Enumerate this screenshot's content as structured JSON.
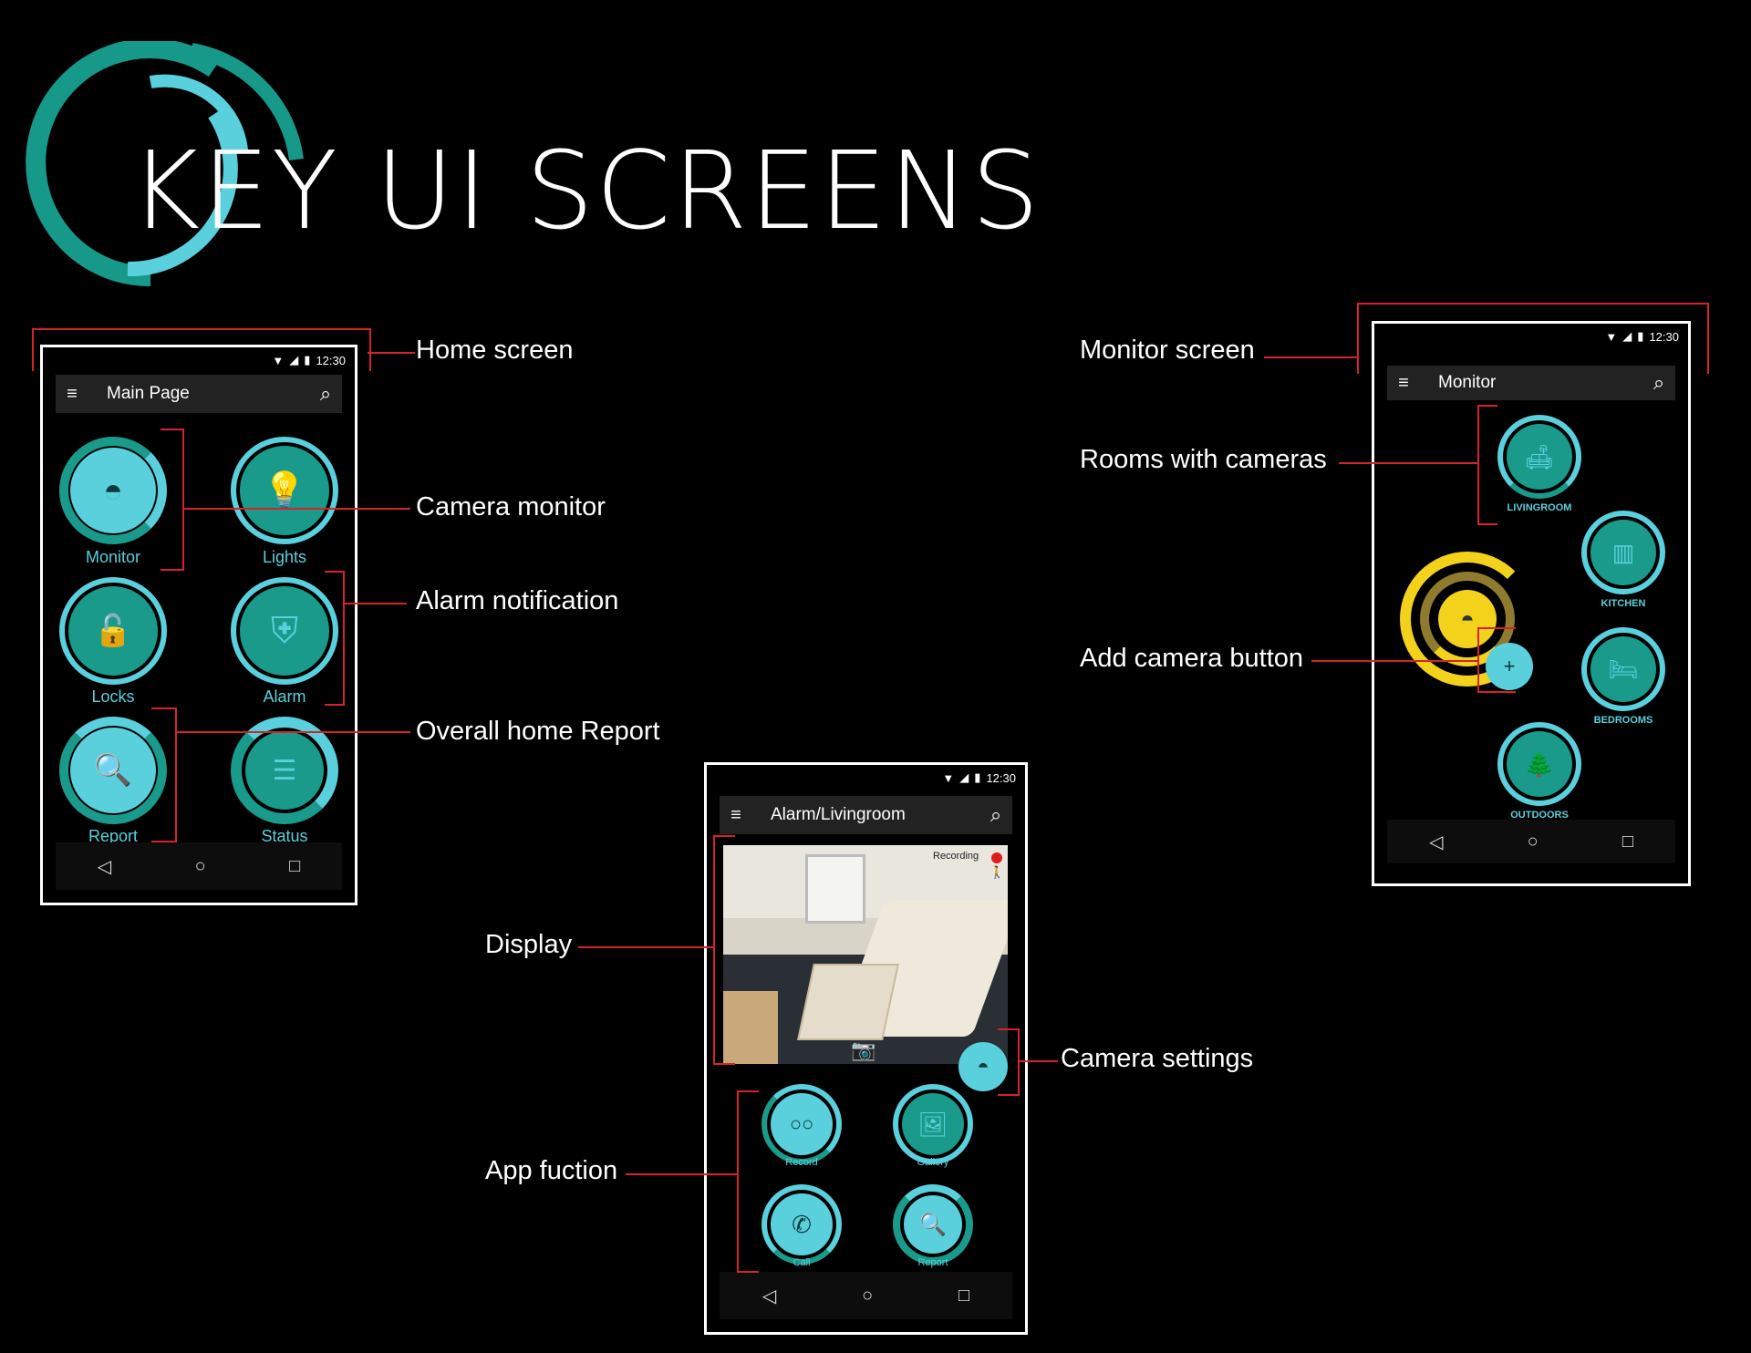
{
  "page": {
    "title": "KEY UI SCREENS"
  },
  "callouts": {
    "home_screen": "Home screen",
    "camera_monitor": "Camera monitor",
    "alarm_notification": "Alarm notification",
    "overall_report": "Overall home Report",
    "monitor_screen": "Monitor screen",
    "rooms_with_cameras": "Rooms with cameras",
    "add_camera_button": "Add camera button",
    "display": "Display",
    "camera_settings": "Camera settings",
    "app_function": "App fuction"
  },
  "status_bar": {
    "time": "12:30"
  },
  "home_phone": {
    "appbar_title": "Main Page",
    "tiles": [
      {
        "label": "Monitor",
        "icon": "camera-icon"
      },
      {
        "label": "Lights",
        "icon": "bulb-icon"
      },
      {
        "label": "Locks",
        "icon": "lock-icon"
      },
      {
        "label": "Alarm",
        "icon": "shield-icon"
      },
      {
        "label": "Report",
        "icon": "report-icon"
      },
      {
        "label": "Status",
        "icon": "sliders-icon"
      }
    ]
  },
  "alarm_phone": {
    "appbar_title": "Alarm/Livingroom",
    "recording_label": "Recording",
    "functions": [
      {
        "label": "Record",
        "icon": "voicemail-icon"
      },
      {
        "label": "Gallery",
        "icon": "gallery-icon"
      },
      {
        "label": "Call",
        "icon": "phone-icon"
      },
      {
        "label": "Report",
        "icon": "report-icon"
      }
    ]
  },
  "monitor_phone": {
    "appbar_title": "Monitor",
    "rooms": [
      {
        "label": "LIVINGROOM",
        "icon": "sofa-icon"
      },
      {
        "label": "KITCHEN",
        "icon": "fridge-icon"
      },
      {
        "label": "BEDROOMS",
        "icon": "bed-icon"
      },
      {
        "label": "OUTDOORS",
        "icon": "tree-icon"
      }
    ],
    "add_label": "+"
  },
  "nav": {
    "back": "◁",
    "home": "○",
    "recents": "□"
  },
  "colors": {
    "accent": "#5ad0dd",
    "teal": "#1a9a8a",
    "yellow": "#f2d21b",
    "red": "#d4232a"
  }
}
